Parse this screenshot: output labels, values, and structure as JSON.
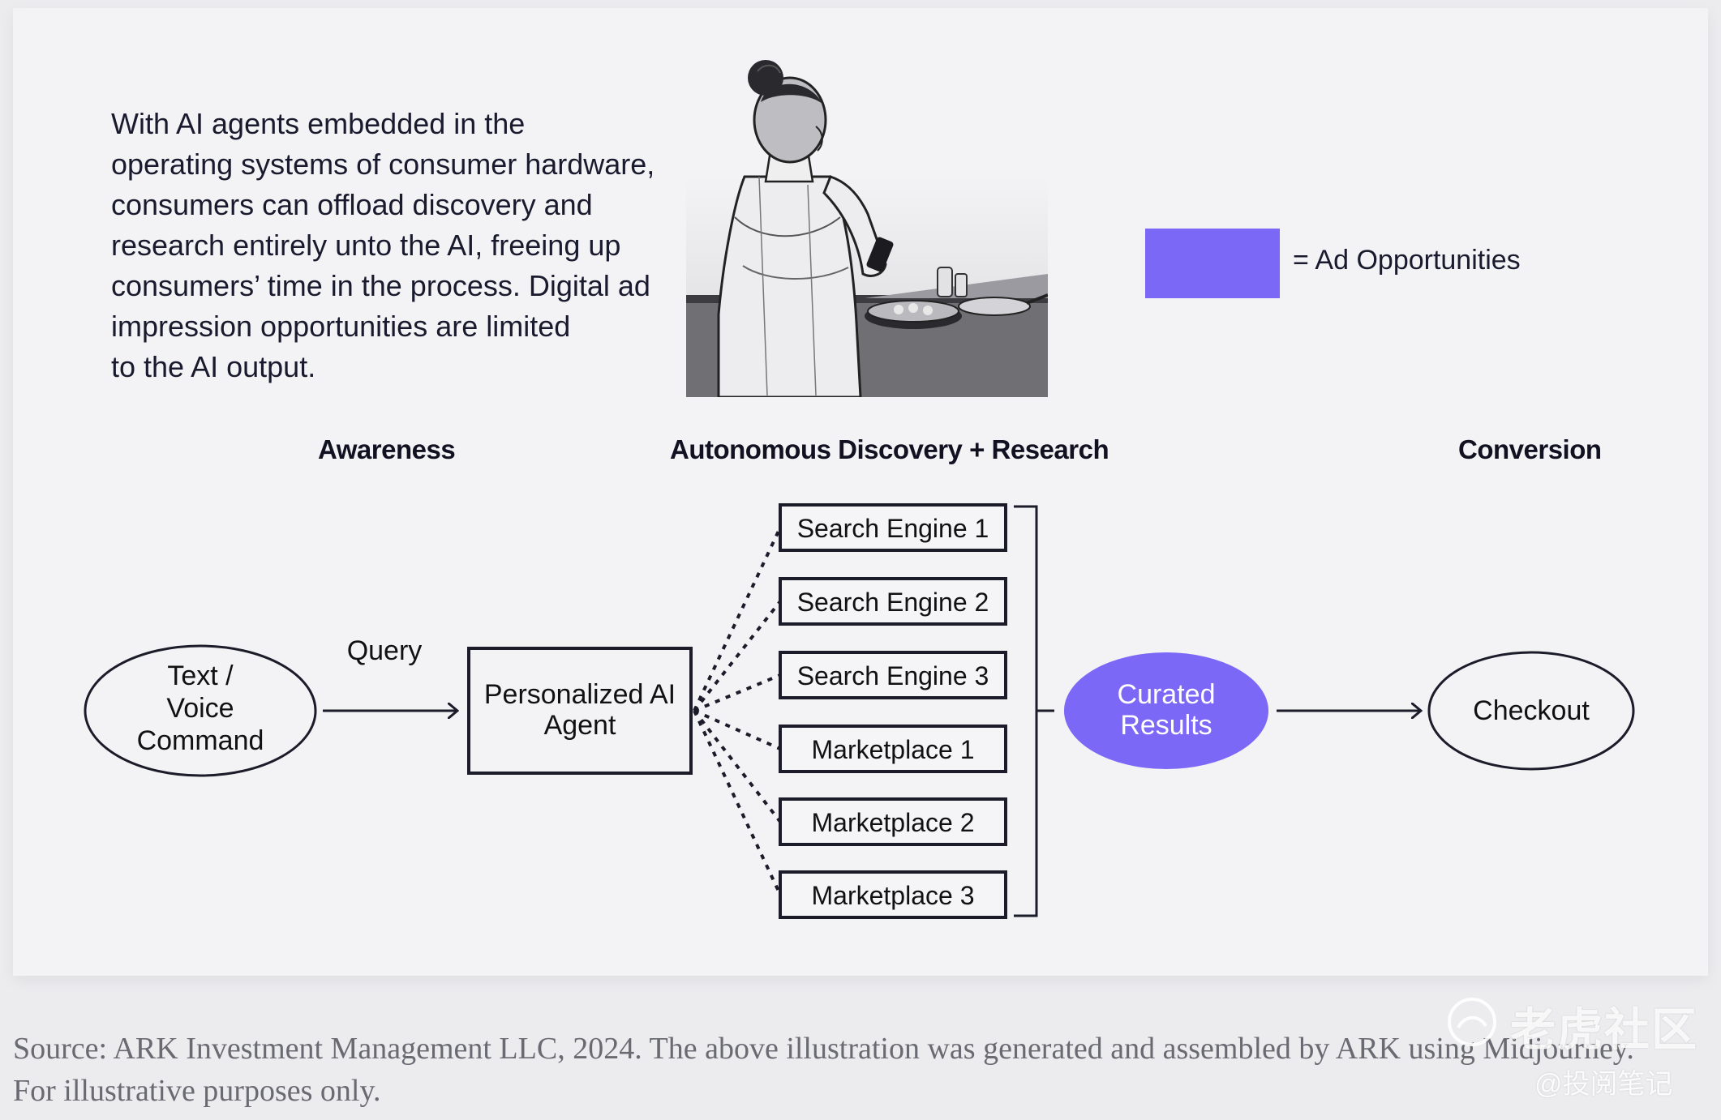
{
  "intro_text": "With AI agents embedded in the\noperating systems of consumer hardware,\nconsumers can offload discovery and\nresearch entirely unto the AI, freeing up\nconsumers’ time in the process. Digital ad\nimpression opportunities are limited\nto the AI output.",
  "legend": {
    "label": "= Ad Opportunities",
    "color": "#7b68f6"
  },
  "stages": {
    "awareness": "Awareness",
    "discovery": "Autonomous Discovery + Research",
    "conversion": "Conversion"
  },
  "flow": {
    "command_line1": "Text /",
    "command_line2": "Voice",
    "command_line3": "Command",
    "query_label": "Query",
    "agent_line1": "Personalized AI",
    "agent_line2": "Agent",
    "sources": [
      "Search Engine 1",
      "Search Engine 2",
      "Search Engine 3",
      "Marketplace 1",
      "Marketplace 2",
      "Marketplace 3"
    ],
    "curated_line1": "Curated",
    "curated_line2": "Results",
    "checkout": "Checkout"
  },
  "source_note": "Source: ARK Investment Management LLC, 2024. The above illustration was generated and assembled by ARK using Midjourney. For illustrative purposes only.",
  "watermark": {
    "main": "老虎社区",
    "sub": "@投阅笔记"
  },
  "icons": [
    "woman-cooking-illustration",
    "arrow-right-icon",
    "tiger-logo-icon"
  ]
}
